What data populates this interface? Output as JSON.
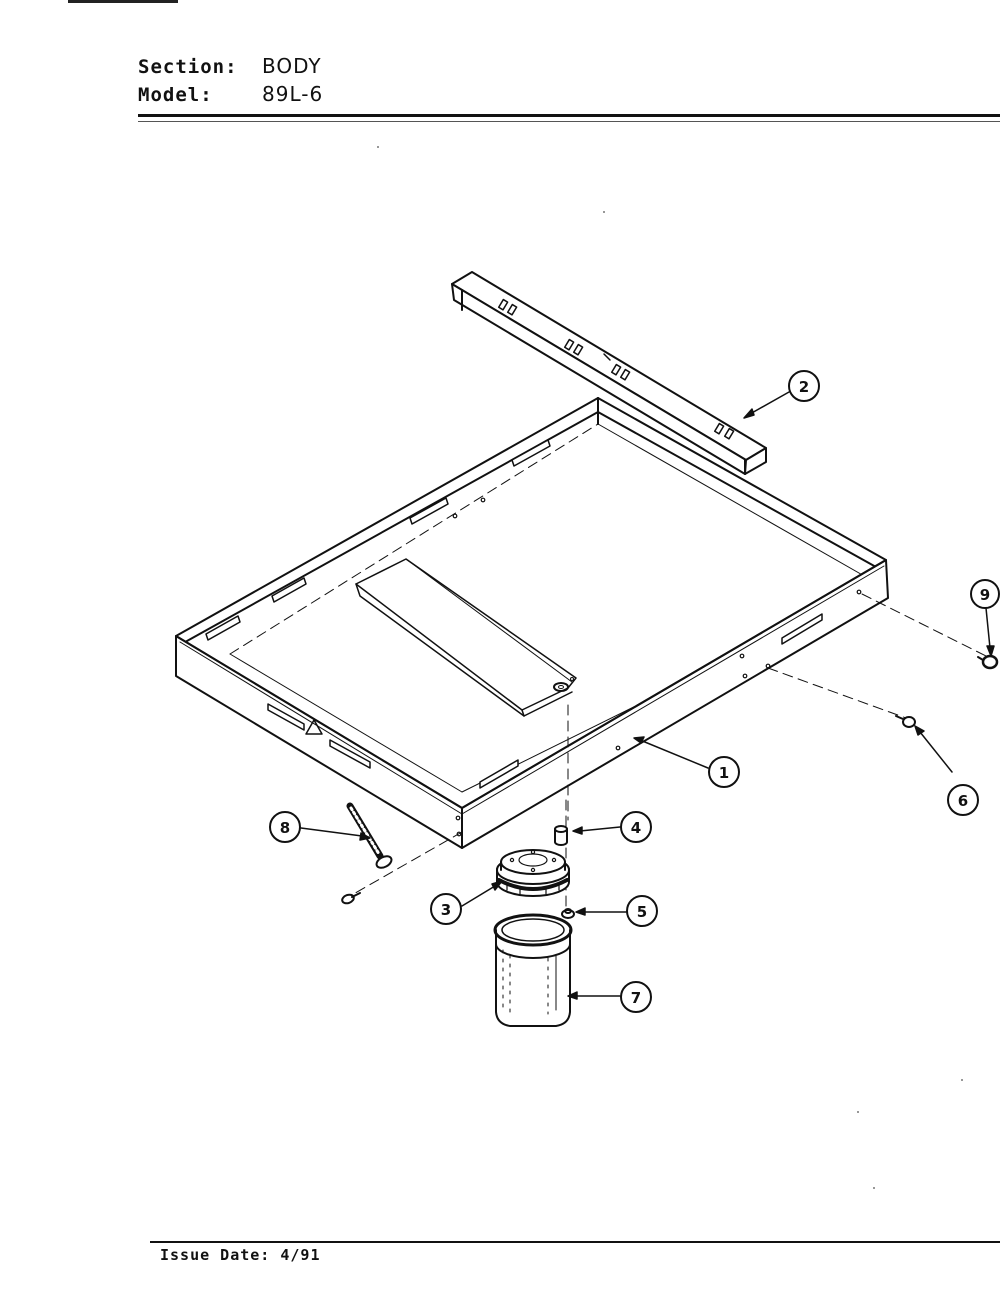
{
  "header": {
    "section_label": "Section:",
    "section_value": "BODY",
    "model_label": "Model:",
    "model_value": "89L-6"
  },
  "footer": {
    "issue_date": "Issue Date: 4/91"
  },
  "callouts": [
    {
      "number": "1"
    },
    {
      "number": "2"
    },
    {
      "number": "3"
    },
    {
      "number": "4"
    },
    {
      "number": "5"
    },
    {
      "number": "6"
    },
    {
      "number": "7"
    },
    {
      "number": "8"
    },
    {
      "number": "9"
    }
  ]
}
